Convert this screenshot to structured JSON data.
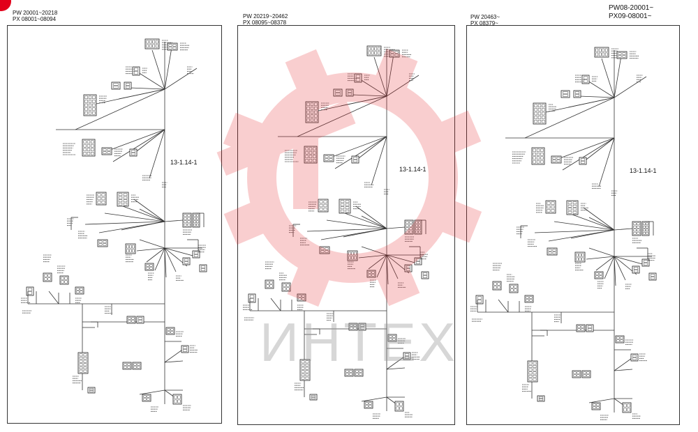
{
  "panels": [
    {
      "id": "left",
      "header_lines": [
        "PW 20001~20218",
        "PX 08001~08094"
      ],
      "callout": "13-1.14-1"
    },
    {
      "id": "middle",
      "header_lines": [
        "PW 20219~20462",
        "PX 08095~08378"
      ],
      "callout": "13-1.14-1"
    },
    {
      "id": "right",
      "header_lines": [
        "PW 20463~",
        "PX 08379~"
      ],
      "callout": "13-1.14-1"
    }
  ],
  "right_top_label_lines": [
    "PW08-20001~",
    "PX09-08001~"
  ],
  "watermark": {
    "text": "ИНТЕХ",
    "color": "#e8262b"
  },
  "colors": {
    "line": "#333333",
    "background": "#ffffff"
  }
}
